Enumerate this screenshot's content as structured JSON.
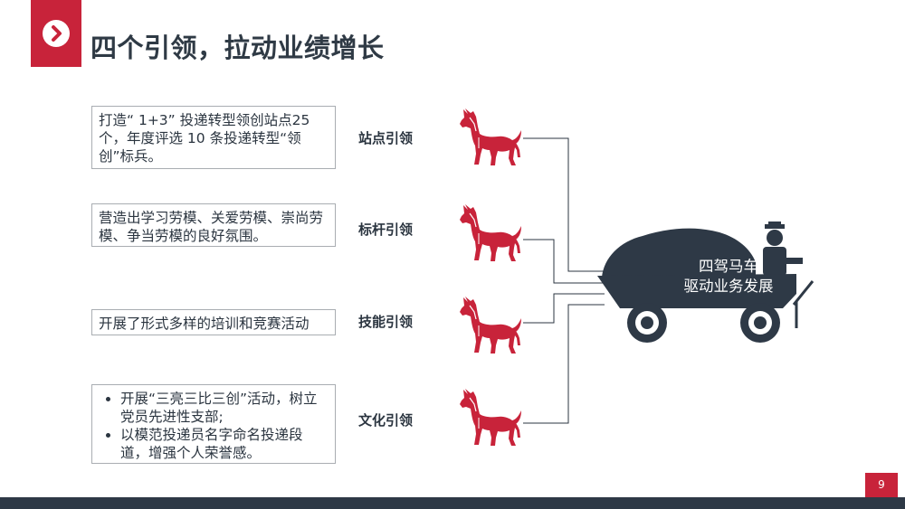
{
  "slide": {
    "title": "四个引领，拉动业绩增长",
    "page_number": "9"
  },
  "rows": [
    {
      "label": "站点引领",
      "text": "打造“ 1+3” 投递转型领创站点25 个，年度评选 10 条投递转型“领创”标兵。"
    },
    {
      "label": "标杆引领",
      "text": "营造出学习劳模、关爱劳模、崇尚劳模、争当劳模的良好氛围。"
    },
    {
      "label": "技能引领",
      "text": "开展了形式多样的培训和竞赛活动"
    },
    {
      "label": "文化引领",
      "bullets": [
        "开展“三亮三比三创”活动，树立党员先进性支部;",
        "以模范投递员名字命名投递段道，增强个人荣誉感。"
      ]
    }
  ],
  "cart": {
    "line1": "四驾马车",
    "line2": "驱动业务发展"
  },
  "colors": {
    "accent_red": "#c8233a",
    "dark_navy": "#2e3946",
    "text": "#2b3540"
  },
  "icons": [
    "chevron-right-icon",
    "horse-icon",
    "cart-icon"
  ]
}
